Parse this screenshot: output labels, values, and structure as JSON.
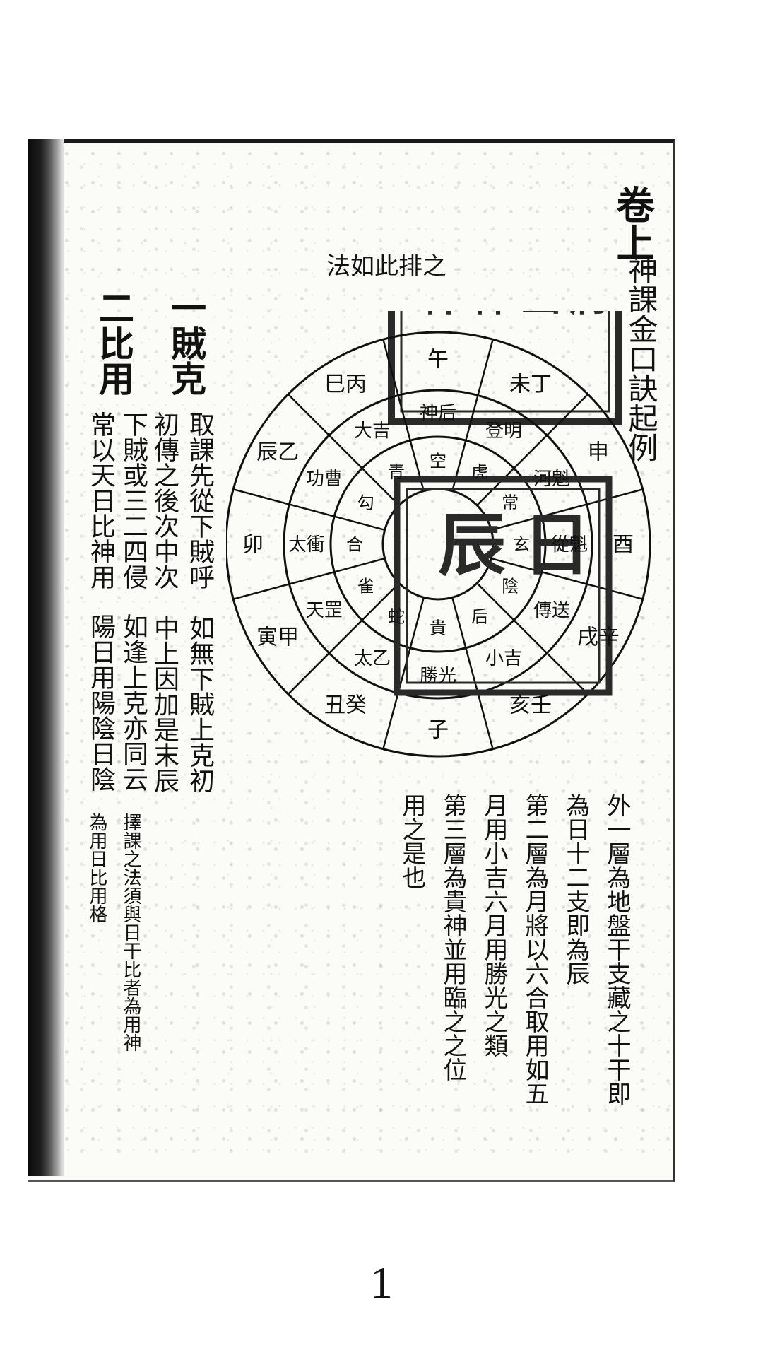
{
  "header": {
    "volume_mark": "卷上",
    "book_title": "神課金口訣起例",
    "rule_note": "法如此排之"
  },
  "sections": [
    {
      "heading": "一賊克",
      "lines": [
        "取課先從下賊呼",
        "如無下賊上克初",
        "初傳之後次中次",
        "中上因加是末辰"
      ]
    },
    {
      "heading": "二比用",
      "lines": [
        "下賊或三二四侵",
        "如逢上克亦同云",
        "常以天日比神用",
        "陽日用陽陰日陰"
      ],
      "note_lines": [
        "擇課之法須與日干比者為用神",
        "為用日比用格"
      ]
    }
  ],
  "explanation": [
    "外一層為地盤干支藏之十干即",
    "為日十二支即為辰",
    "第二層為月將以六合取用如五",
    "月用小吉六月用勝光之類",
    "第三層為貴神並用臨之之位",
    "用之是也"
  ],
  "diagram": {
    "outer_ring": [
      "子",
      "丑癸",
      "寅甲",
      "卯",
      "辰乙",
      "巳丙",
      "午",
      "未丁",
      "申",
      "酉",
      "戌辛",
      "亥壬"
    ],
    "middle_ring": [
      "勝光",
      "太乙",
      "天罡",
      "太衝",
      "功曹",
      "大吉",
      "神后",
      "登明",
      "河魁",
      "從魁",
      "傳送",
      "小吉"
    ],
    "inner_ring": [
      "貴",
      "蛇",
      "雀",
      "合",
      "勾",
      "青",
      "空",
      "虎",
      "常",
      "玄",
      "陰",
      "后"
    ],
    "seal_main_text": [
      "月將",
      "吉凶",
      "貴神",
      "合神"
    ],
    "seal_center_text": [
      "日",
      "辰"
    ]
  },
  "page_number": "1",
  "colors": {
    "ink": "#111111",
    "paper": "#fbfbf8",
    "spine": "#0b0b0b",
    "seal": "#2a2a2a"
  }
}
